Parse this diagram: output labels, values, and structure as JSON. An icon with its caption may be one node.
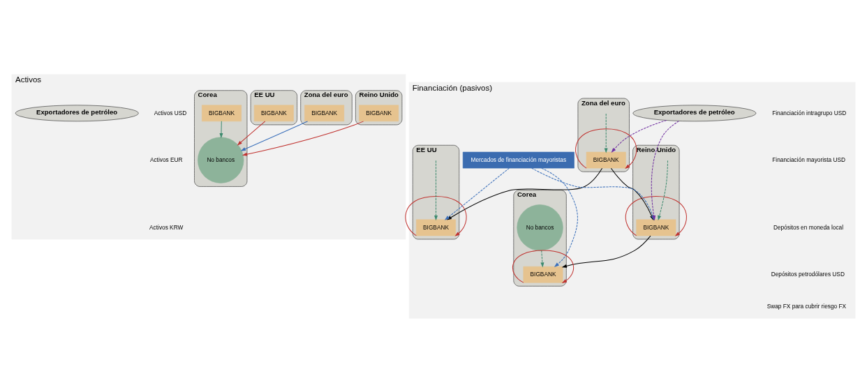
{
  "diagram": {
    "nodes": [
      {
        "text": [
          "Activos"
        ]
      },
      {
        "text": [
          "Reino Unido"
        ],
        "in": 0
      },
      {
        "text": [
          "BIGBANK"
        ],
        "in": 1
      },
      {
        "text": [
          "EE UU"
        ],
        "in": 0
      },
      {
        "text": [
          "BIGBANK"
        ],
        "in": 3
      },
      {
        "text": [
          "Zona del euro"
        ],
        "in": 0
      },
      {
        "text": [
          "BIGBANK"
        ],
        "in": 5
      },
      {
        "text": [
          "Exportadores de petróleo"
        ],
        "in": 0
      },
      {
        "text": [
          "Corea"
        ],
        "in": 0
      },
      {
        "text": [
          "No bancos"
        ],
        "in": 8
      },
      {
        "text": [
          "BIGBANK"
        ],
        "in": 8
      },
      {
        "text": [
          "Financiación (pasivos)"
        ]
      },
      {
        "text": [
          "Reino Unido"
        ],
        "in": 11
      },
      {
        "text": [
          "BIGBANK"
        ],
        "in": 12
      },
      {
        "text": [
          "EE UU"
        ],
        "in": 11
      },
      {
        "text": [
          "BIGBANK"
        ],
        "in": 14
      },
      {
        "text": [
          "Zona del euro"
        ],
        "in": 11
      },
      {
        "text": [
          "BIGBANK"
        ],
        "in": 16
      },
      {
        "text": [
          "Mercados de financiación mayoristas"
        ],
        "in": 11
      },
      {
        "text": [
          "Exportadores de petróleo"
        ],
        "in": 11
      },
      {
        "text": [
          "Corea"
        ],
        "in": 11
      },
      {
        "text": [
          "No bancos"
        ],
        "in": 20
      },
      {
        "text": [
          "BIGBANK"
        ],
        "in": 20
      }
    ],
    "edges": [
      {
        "from": 2,
        "to": 9,
        "arrow": "to",
        "color": "#c0322f"
      },
      {
        "from": 4,
        "to": 9,
        "arrow": "to",
        "color": "#c0322f"
      },
      {
        "from": 6,
        "to": 9,
        "arrow": "to",
        "color": "#3a6fba"
      },
      {
        "from": 10,
        "to": 9,
        "arrow": "to",
        "color": "#3d8a6e"
      },
      {
        "from": 17,
        "to": 13,
        "arrow": "to",
        "color": "#000000"
      },
      {
        "from": 13,
        "to": 22,
        "arrow": "to",
        "color": "#000000"
      },
      {
        "from": 17,
        "to": 15,
        "arrow": "to",
        "color": "#000000"
      },
      {
        "from": 18,
        "to": 13,
        "arrow": "to",
        "style": "dashed",
        "color": "#3a6fba"
      },
      {
        "from": 18,
        "to": 15,
        "arrow": "to",
        "style": "dashed",
        "color": "#3a6fba"
      },
      {
        "from": 18,
        "to": 22,
        "arrow": "to",
        "style": "dashed",
        "color": "#3a6fba"
      },
      {
        "from": 19,
        "to": 13,
        "arrow": "to",
        "style": "dashed",
        "color": "#7030a0"
      },
      {
        "from": 19,
        "to": 17,
        "arrow": "to",
        "style": "dashed",
        "color": "#7030a0"
      },
      {
        "from": null,
        "to": 13,
        "arrow": "to",
        "style": "dashed",
        "color": "#3d8a6e"
      },
      {
        "from": null,
        "to": 15,
        "arrow": "to",
        "style": "dashed",
        "color": "#3d8a6e"
      },
      {
        "from": null,
        "to": 17,
        "arrow": "to",
        "style": "dashed",
        "color": "#3d8a6e"
      },
      {
        "from": 21,
        "to": 22,
        "arrow": "to",
        "style": "dashed",
        "color": "#3d8a6e"
      },
      {
        "from": 13,
        "to": 13,
        "arrow": "to",
        "color": "#c0322f"
      },
      {
        "from": 15,
        "to": 15,
        "arrow": "to",
        "color": "#c0322f"
      },
      {
        "from": 17,
        "to": 17,
        "arrow": "to",
        "color": "#c0322f"
      },
      {
        "from": 22,
        "to": 22,
        "arrow": "to",
        "color": "#c0322f"
      }
    ],
    "legend": [
      {
        "text": "Activos USD"
      },
      {
        "text": "Activos EUR"
      },
      {
        "text": "Activos KRW"
      },
      {
        "text": "Financiación intragrupo USD"
      },
      {
        "text": "Financiación mayorista USD"
      },
      {
        "text": "Depósitos en moneda local"
      },
      {
        "text": "Depósitos petrodólares USD"
      },
      {
        "text": "Swap FX para cubrir riesgo FX"
      }
    ]
  }
}
